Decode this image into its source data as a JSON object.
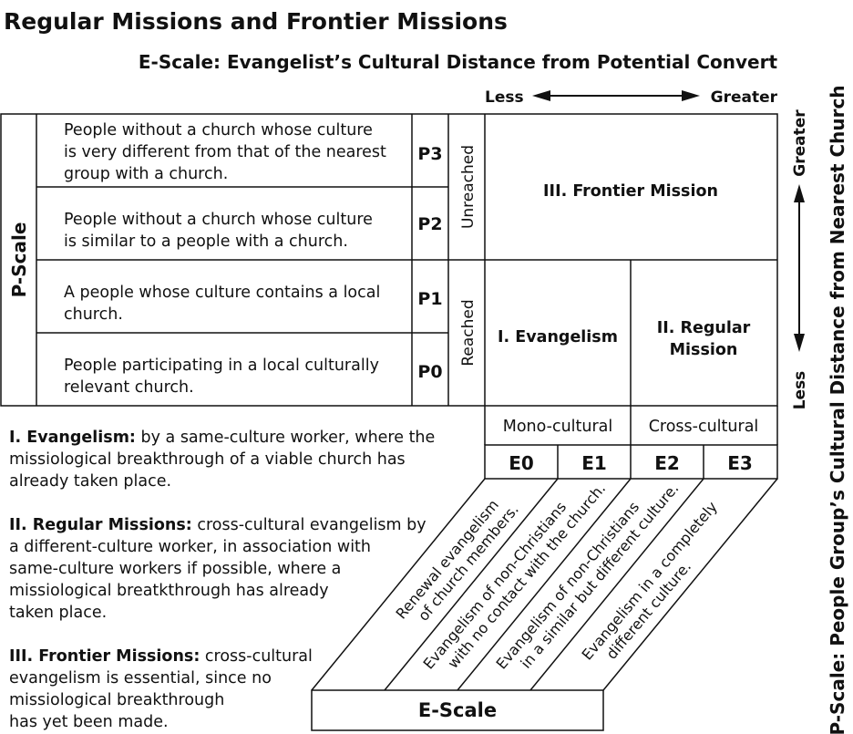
{
  "title": "Regular Missions and Frontier Missions",
  "subtitle": "E-Scale: Evangelist’s Cultural Distance from Potential Convert",
  "e_axis": {
    "less": "Less",
    "greater": "Greater"
  },
  "p_axis": {
    "greater": "Greater",
    "less": "Less"
  },
  "p_scale_label": "P-Scale",
  "right_vertical_label": "P-Scale: People Group’s Cultural Distance from Nearest Church",
  "rows": [
    {
      "line1": "People without a church whose culture",
      "line2": "is very different from that of the nearest",
      "line3": "group with a church.",
      "code": "P3"
    },
    {
      "line1": "People without a church whose culture",
      "line2": "is similar to a people with a church.",
      "code": "P2"
    },
    {
      "line1": "A people whose culture contains a local",
      "line2": "church.",
      "code": "P1"
    },
    {
      "line1": "People participating in a local culturally",
      "line2": "relevant church.",
      "code": "P0"
    }
  ],
  "status": {
    "unreached": "Unreached",
    "reached": "Reached"
  },
  "zones": {
    "frontier": "III. Frontier Mission",
    "evangelism": "I. Evangelism",
    "regular_line1": "II. Regular",
    "regular_line2": "Mission"
  },
  "culture": {
    "mono": "Mono-cultural",
    "cross": "Cross-cultural"
  },
  "e_codes": [
    "E0",
    "E1",
    "E2",
    "E3"
  ],
  "e_descriptions": [
    {
      "line1": "Renewal evangelism",
      "line2": "of church members."
    },
    {
      "line1": "Evangelism of non-Christians",
      "line2": "with no contact with the church."
    },
    {
      "line1": "Evangelism of non-Christians",
      "line2": "in a similar but different culture."
    },
    {
      "line1": "Evangelism in a completely",
      "line2": "different culture."
    }
  ],
  "e_scale_label": "E-Scale",
  "definitions": [
    {
      "term": "I.  Evangelism:",
      "lines": [
        " by a same-culture worker, where the",
        "missiological breakthrough of a viable church has",
        "already taken place."
      ]
    },
    {
      "term": "II.  Regular Missions:",
      "lines": [
        " cross-cultural evangelism by",
        "a different-culture worker, in association with",
        "same-culture workers if possible, where a",
        "missiological breatkthrough has already",
        "taken place."
      ]
    },
    {
      "term": "III. Frontier Missions:",
      "lines": [
        " cross-cultural",
        "evangelism is essential, since no",
        "missiological breakthrough",
        "has yet been made."
      ]
    }
  ]
}
